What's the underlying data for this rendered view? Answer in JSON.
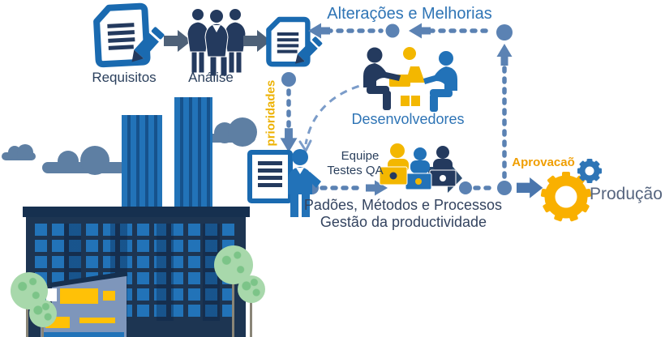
{
  "diagram": {
    "title": "Alterações e Melhorias",
    "labels": {
      "requisitos": "Requisitos",
      "analise": "Análise",
      "prioridades": "prioridades",
      "desenvolvedores": "Desenvolvedores",
      "equipe_line1": "Equipe",
      "equipe_line2": "Testes QA",
      "processos_line1": "Padões, Métodos e Processos",
      "processos_line2": "Gestão da productividade",
      "aprovacao": "Aprovacaõ",
      "producao": "Produção"
    },
    "icons": {
      "requisitos": "document-pen-icon",
      "analise": "team-icon",
      "backlog": "document-pen-icon",
      "desenvolvedores": "developers-meeting-icon",
      "equipe_testes": "qa-team-laptops-icon",
      "processos": "document-person-icon",
      "producao": "gears-icon",
      "scene": "factory-building-illustration"
    },
    "colors": {
      "title_blue": "#2e74b5",
      "label_navy": "#2a3f5c",
      "connector_slate": "#5b82b3",
      "curve_slate": "#7b9cc9",
      "arrow_gray": "#4e6178",
      "doc_blue": "#1a6ab0",
      "people_navy": "#243a5e",
      "person_blue": "#2272b8",
      "accent_yellow": "#f3b700",
      "aprovacao_orange": "#f09e00",
      "gear_yellow": "#f9b000",
      "gear_blue": "#2e75b6",
      "producao_gray": "#56657f",
      "building_navy": "#1d3552",
      "window_blue": "#2273b8",
      "cloud_slate": "#5e7fa3",
      "tree_green": "#a8d8ab",
      "house_slate": "#7e96bb"
    }
  }
}
